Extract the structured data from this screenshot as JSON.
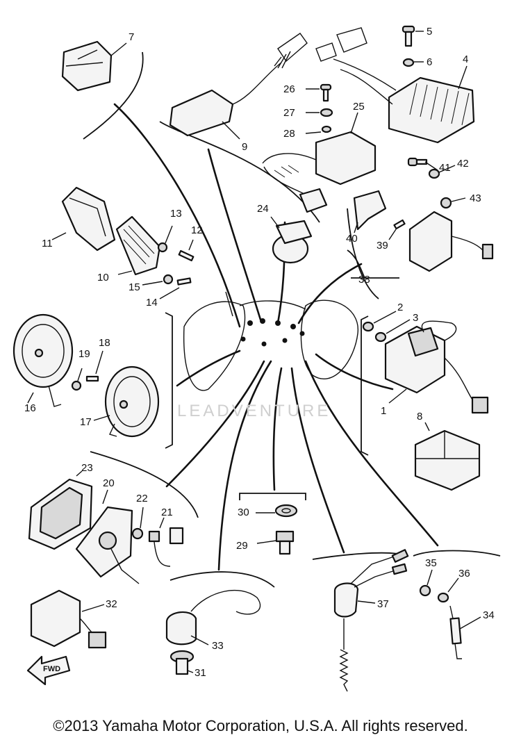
{
  "diagram": {
    "callouts": [
      {
        "id": "c1",
        "text": "1"
      },
      {
        "id": "c2",
        "text": "2"
      },
      {
        "id": "c3",
        "text": "3"
      },
      {
        "id": "c4",
        "text": "4"
      },
      {
        "id": "c5",
        "text": "5"
      },
      {
        "id": "c6",
        "text": "6"
      },
      {
        "id": "c7",
        "text": "7"
      },
      {
        "id": "c8",
        "text": "8"
      },
      {
        "id": "c9",
        "text": "9"
      },
      {
        "id": "c10",
        "text": "10"
      },
      {
        "id": "c11",
        "text": "11"
      },
      {
        "id": "c12",
        "text": "12"
      },
      {
        "id": "c13",
        "text": "13"
      },
      {
        "id": "c14",
        "text": "14"
      },
      {
        "id": "c15",
        "text": "15"
      },
      {
        "id": "c16",
        "text": "16"
      },
      {
        "id": "c17",
        "text": "17"
      },
      {
        "id": "c18",
        "text": "18"
      },
      {
        "id": "c19",
        "text": "19"
      },
      {
        "id": "c20",
        "text": "20"
      },
      {
        "id": "c21",
        "text": "21"
      },
      {
        "id": "c22",
        "text": "22"
      },
      {
        "id": "c23",
        "text": "23"
      },
      {
        "id": "c24",
        "text": "24"
      },
      {
        "id": "c25",
        "text": "25"
      },
      {
        "id": "c26",
        "text": "26"
      },
      {
        "id": "c27",
        "text": "27"
      },
      {
        "id": "c28",
        "text": "28"
      },
      {
        "id": "c29",
        "text": "29"
      },
      {
        "id": "c30",
        "text": "30"
      },
      {
        "id": "c31",
        "text": "31"
      },
      {
        "id": "c32",
        "text": "32"
      },
      {
        "id": "c33",
        "text": "33"
      },
      {
        "id": "c34",
        "text": "34"
      },
      {
        "id": "c35",
        "text": "35"
      },
      {
        "id": "c36",
        "text": "36"
      },
      {
        "id": "c37",
        "text": "37"
      },
      {
        "id": "c38",
        "text": "38"
      },
      {
        "id": "c39",
        "text": "39"
      },
      {
        "id": "c40",
        "text": "40"
      },
      {
        "id": "c41",
        "text": "41"
      },
      {
        "id": "c42",
        "text": "42"
      },
      {
        "id": "c43",
        "text": "43"
      }
    ],
    "forward_arrow_label": "FWD",
    "watermark": "LEADVENTURE",
    "copyright": "©2013 Yamaha Motor Corporation, U.S.A. All rights reserved."
  },
  "colors": {
    "ink": "#111111",
    "background": "#ffffff",
    "watermark": "#cfcfcf"
  }
}
